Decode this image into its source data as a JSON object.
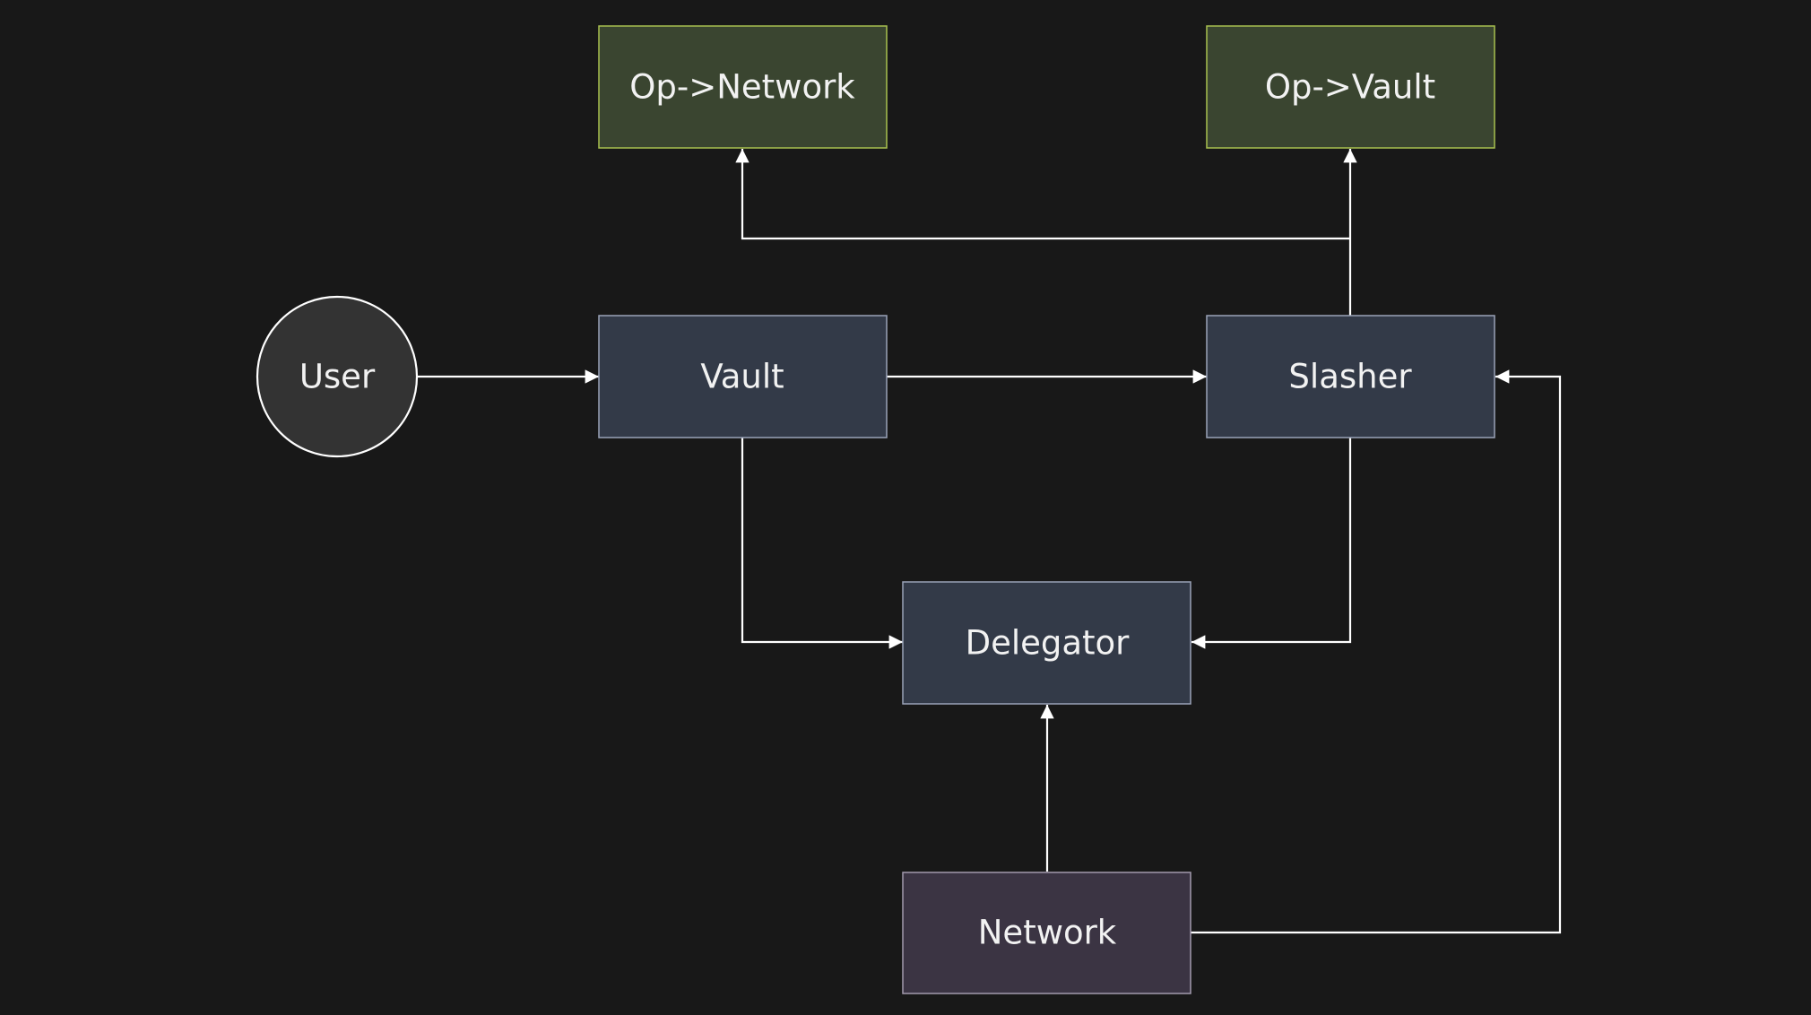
{
  "diagram": {
    "nodes": {
      "user": {
        "label": "User"
      },
      "vault": {
        "label": "Vault"
      },
      "slasher": {
        "label": "Slasher"
      },
      "op_network": {
        "label": "Op->Network"
      },
      "op_vault": {
        "label": "Op->Vault"
      },
      "delegator": {
        "label": "Delegator"
      },
      "network": {
        "label": "Network"
      }
    },
    "edges": [
      {
        "from": "user",
        "to": "vault"
      },
      {
        "from": "vault",
        "to": "slasher"
      },
      {
        "from": "slasher",
        "to": "op_network"
      },
      {
        "from": "slasher",
        "to": "op_vault"
      },
      {
        "from": "vault",
        "to": "delegator"
      },
      {
        "from": "slasher",
        "to": "delegator"
      },
      {
        "from": "network",
        "to": "delegator"
      },
      {
        "from": "network",
        "to": "slasher"
      }
    ],
    "colors": {
      "background": "#181818",
      "edge": "#ffffff",
      "user_fill": "#333333",
      "core_fill": "#333a48",
      "core_stroke": "#9aa3b8",
      "opt_in_fill": "#3a4530",
      "opt_in_stroke": "#a7c04f",
      "network_fill": "#3b3443",
      "network_stroke": "#a39aae"
    }
  }
}
